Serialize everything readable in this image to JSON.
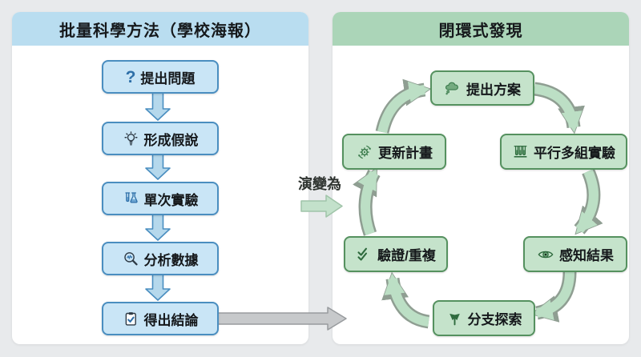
{
  "left_panel": {
    "title": "批量科學方法（學校海報）",
    "steps": [
      {
        "label": "提出問題",
        "icon": "question"
      },
      {
        "label": "形成假說",
        "icon": "lightbulb"
      },
      {
        "label": "單次實驗",
        "icon": "flask"
      },
      {
        "label": "分析數據",
        "icon": "magnifier-chart"
      },
      {
        "label": "得出結論",
        "icon": "clipboard-check"
      }
    ]
  },
  "connector": {
    "label": "演變為"
  },
  "right_panel": {
    "title": "閉環式發現",
    "steps": [
      {
        "label": "提出方案",
        "icon": "thought-cloud"
      },
      {
        "label": "平行多組實驗",
        "icon": "test-tube-rack"
      },
      {
        "label": "感知結果",
        "icon": "eye"
      },
      {
        "label": "分支探索",
        "icon": "branch-fork"
      },
      {
        "label": "驗證/重複",
        "icon": "double-check"
      },
      {
        "label": "更新計畫",
        "icon": "gear-refresh"
      }
    ]
  },
  "icons": {
    "question_glyph": "?"
  },
  "colors": {
    "page_bg": "#e8eaec",
    "panel_bg": "#ffffff",
    "left_header_bg": "#b9ddf0",
    "blue_box_bg": "#c9e5f6",
    "blue_box_border": "#4a8ec0",
    "blue_arrow_fill": "#b5d8ec",
    "right_header_bg": "#abd5b8",
    "green_box_bg": "#c5e3cb",
    "green_box_border": "#55915f",
    "green_arrow_fill": "#bcdfc5",
    "green_arrow_outline": "#8f9e92",
    "gray_arrow_fill": "#c7c9cb",
    "text": "#15181b"
  }
}
